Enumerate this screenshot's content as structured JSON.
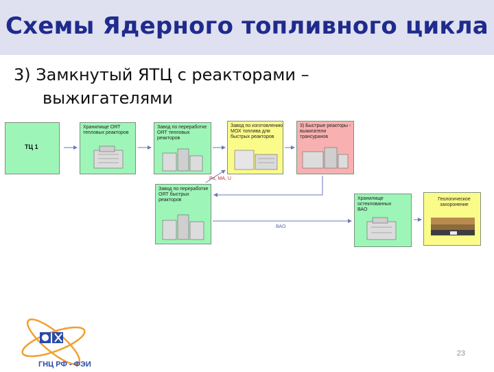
{
  "header": {
    "title": "Схемы Ядерного топливного цикла"
  },
  "subtitle": {
    "line1": "3) Замкнутый ЯТЦ с реакторами –",
    "line2": "выжигателями"
  },
  "diagram": {
    "tc1": "ТЦ 1",
    "storage_thermal": "Хранилище ОЯТ тепловых реакторов",
    "reprocessing_thermal": "Завод по переработке ОЯТ тепловых реакторов",
    "mox_plant": "Завод по изготовлению МОХ топлива для быстрых реакторов",
    "fast_reactors": "3) Быстрые реакторы - выжигатели трансуранов",
    "reprocessing_fast": "Завод по переработке ОЯТ быстрых реакторов",
    "vitrified_storage": "Хранилище остеклованных ВАО",
    "geological": "Геологическое захоронение",
    "flow_pu": "Pu, MA, U",
    "flow_hlw": "ВАО"
  },
  "footer": {
    "page_number": "23"
  },
  "colors": {
    "title": "#1f2b8c",
    "title_bg": "#dfe0f0",
    "green": "#9ef5b8",
    "yellow": "#fbfb8a",
    "pink": "#f8b0b0",
    "arrow": "#6a7ab8"
  }
}
